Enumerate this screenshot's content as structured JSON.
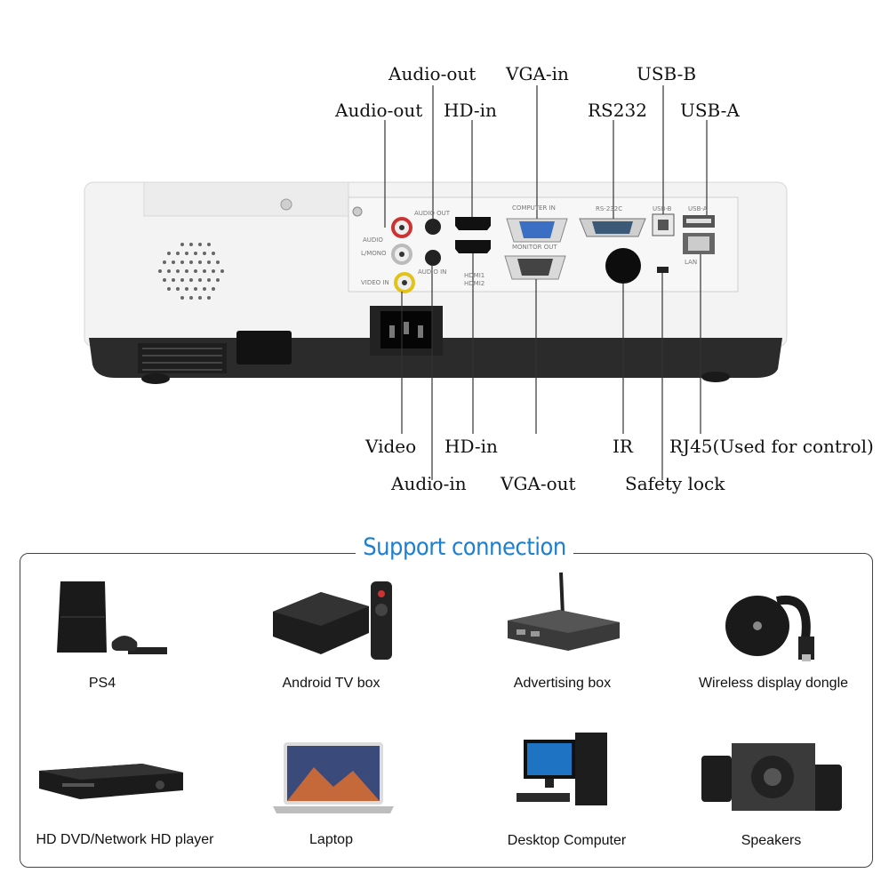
{
  "ports_top": {
    "audio_out_left": "Audio-out",
    "audio_out_right": "Audio-out",
    "hd_in_top": "HD-in",
    "vga_in": "VGA-in",
    "rs232": "RS232",
    "usb_b": "USB-B",
    "usb_a": "USB-A"
  },
  "ports_bottom": {
    "video": "Video",
    "audio_in": "Audio-in",
    "hd_in_bottom": "HD-in",
    "vga_out": "VGA-out",
    "ir": "IR",
    "safety_lock": "Safety lock",
    "rj45": "RJ45(Used for control)"
  },
  "panel_printed": {
    "computer_in": "COMPUTER IN",
    "monitor_out": "MONITOR OUT",
    "rs232c": "RS-232C",
    "usb_b": "USB-B",
    "usb_a": "USB-A",
    "lan": "LAN",
    "audio_out": "AUDIO OUT",
    "audio_in": "AUDIO IN",
    "audio": "AUDIO",
    "l_mono": "L/MONO",
    "video_in": "VIDEO IN",
    "hdmi1": "HDMI1",
    "hdmi2": "HDMI2"
  },
  "support": {
    "title": "Support connection",
    "devices": [
      {
        "label": "PS4",
        "icon": "game-console-icon"
      },
      {
        "label": "Android TV box",
        "icon": "tv-box-icon"
      },
      {
        "label": "Advertising box",
        "icon": "media-box-icon"
      },
      {
        "label": "Wireless display dongle",
        "icon": "dongle-icon"
      },
      {
        "label": "HD DVD/Network HD player",
        "icon": "dvd-player-icon"
      },
      {
        "label": "Laptop",
        "icon": "laptop-icon"
      },
      {
        "label": "Desktop Computer",
        "icon": "desktop-computer-icon"
      },
      {
        "label": "Speakers",
        "icon": "speakers-icon"
      }
    ]
  },
  "colors": {
    "accent": "#1c7fd0",
    "projector_body": "#f4f4f4",
    "projector_base": "#2a2a2a"
  }
}
